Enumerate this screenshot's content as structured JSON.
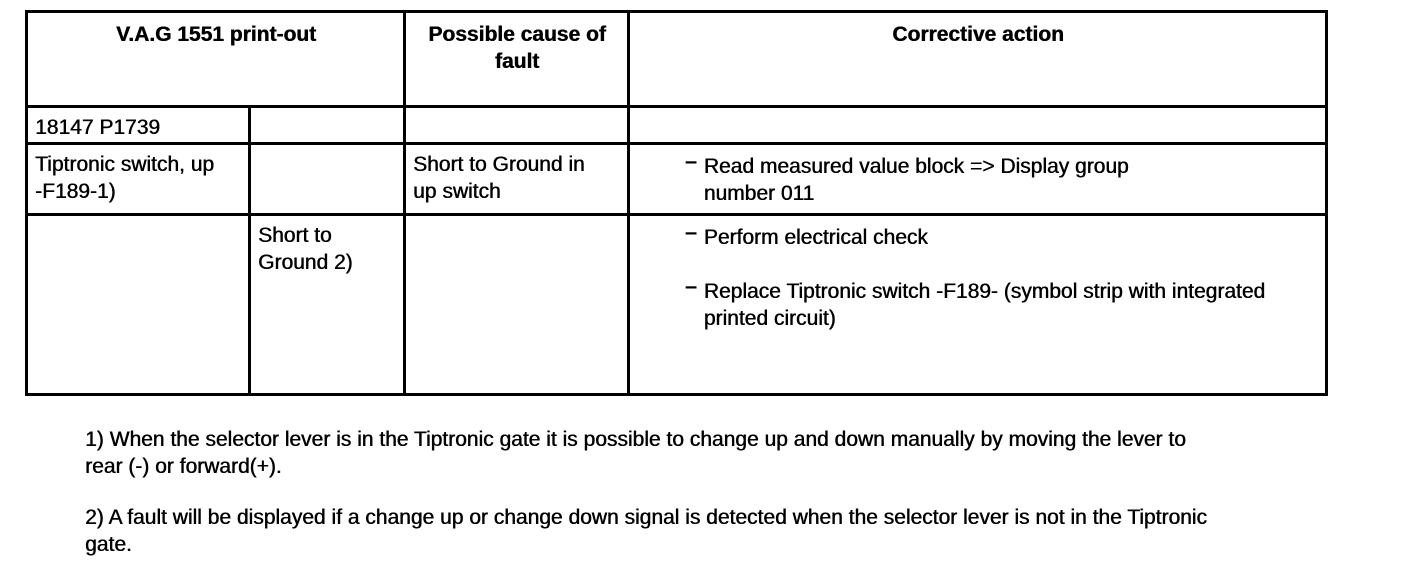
{
  "bullet_char": "–",
  "colors": {
    "background": "#ffffff",
    "text": "#000000",
    "border": "#000000"
  },
  "table": {
    "headers": {
      "printout": "V.A.G 1551 print-out",
      "possible_cause": "Possible cause of fault",
      "corrective_action": "Corrective action"
    },
    "rows": [
      {
        "printout_a": [
          "18147 P1739"
        ],
        "printout_b": [],
        "cause": [],
        "actions": []
      },
      {
        "printout_a": [
          "Tiptronic switch, up",
          "-F189-1)"
        ],
        "printout_b": [],
        "cause": [
          "Short to Ground in",
          "up switch"
        ],
        "actions": [
          {
            "lines": [
              "Read measured value block => Display group",
              "number 011"
            ]
          }
        ]
      },
      {
        "printout_a": [],
        "printout_b": [
          "Short to",
          "Ground 2)"
        ],
        "cause": [],
        "actions": [
          {
            "lines": [
              "Perform electrical check"
            ]
          },
          {
            "lines": [
              "Replace Tiptronic switch -F189- (symbol strip with integrated",
              "printed circuit)"
            ]
          }
        ]
      }
    ]
  },
  "footnotes": [
    {
      "lines": [
        "1) When the selector lever is in the Tiptronic gate it is possible to change up and down manually by moving the lever to",
        "rear (-) or forward(+)."
      ]
    },
    {
      "lines": [
        "2) A fault will be displayed if a change up or change down signal is detected when the selector lever is not in the Tiptronic",
        "gate."
      ]
    }
  ]
}
